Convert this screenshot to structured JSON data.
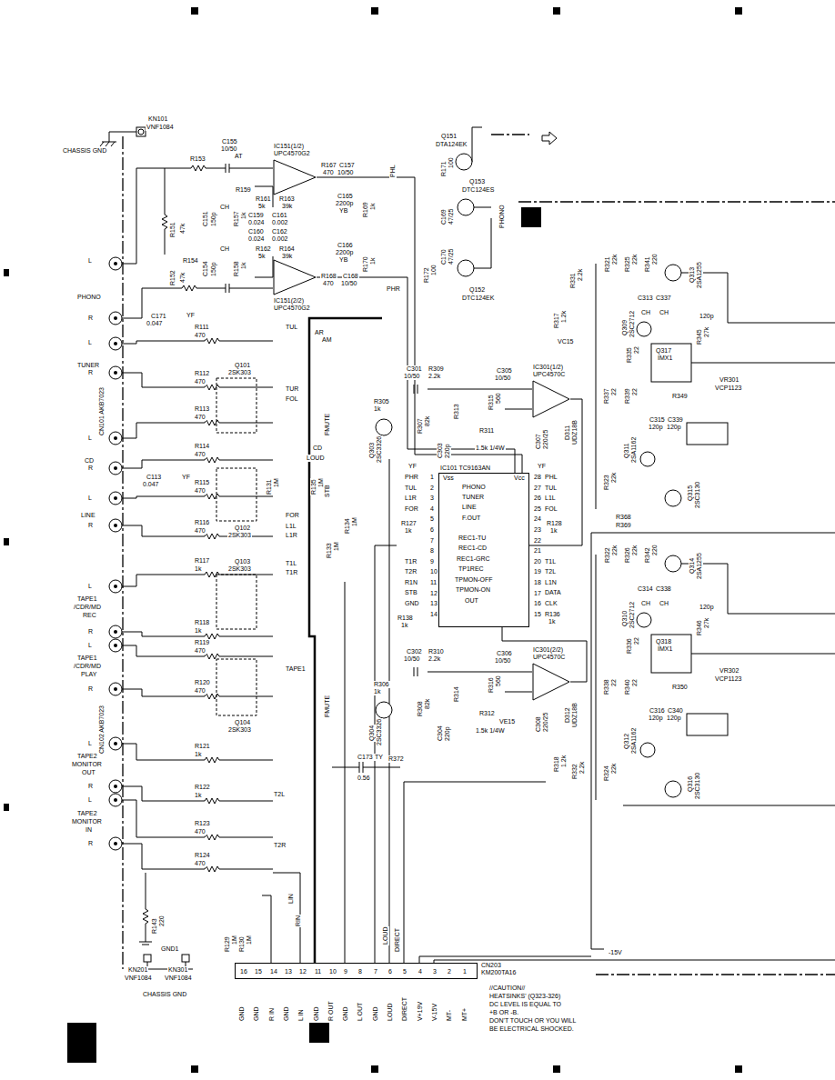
{
  "diagram": {
    "nodes": [
      {
        "text": [
          "IC151(1/2)",
          "UPC4570G2"
        ]
      },
      {
        "text": [
          "IC151(2/2)",
          "UPC4570G2"
        ]
      },
      {
        "text": [
          "IC101 TC9163AN"
        ]
      },
      {
        "text": [
          "IC301(1/2)",
          "UPC4570C"
        ]
      },
      {
        "text": [
          "IC301(2/2)",
          "UPC4570C"
        ]
      },
      {
        "text": [
          "CN203",
          "KM200TA16"
        ]
      }
    ],
    "edges": [
      {
        "from": 0,
        "to": 2,
        "arrow": "none"
      },
      {
        "from": 1,
        "to": 2,
        "arrow": "none"
      },
      {
        "from": 2,
        "to": 3,
        "arrow": "none"
      },
      {
        "from": 2,
        "to": 4,
        "arrow": "none"
      }
    ],
    "labels": [
      "KN101",
      "VNF1084",
      "CHASSIS GND",
      "R153",
      "C155",
      "10/50",
      "AT",
      "R151",
      "47k",
      "R152",
      "47k",
      "R154",
      "C151",
      "150p",
      "C154",
      "150p",
      "CH",
      "CH",
      "R157",
      "1k",
      "R158",
      "1k",
      "R159",
      "C159",
      "0.024",
      "C161",
      "0.002",
      "C160",
      "0.024",
      "C162",
      "0.002",
      "R161",
      "5k",
      "R163",
      "39k",
      "R162",
      "5k",
      "R164",
      "39k",
      "R167",
      "470",
      "C157",
      "10/50",
      "C165",
      "2200p",
      "YB",
      "R169",
      "1k",
      "C166",
      "2200p",
      "YB",
      "R170",
      "1k",
      "R168",
      "470",
      "C168",
      "10/50",
      "PHL",
      "PHR",
      "Q151",
      "DTA124EK",
      "R171",
      "100",
      "Q153",
      "DTC124ES",
      "C169",
      "47/25",
      "C170",
      "47/25",
      "R172",
      "100",
      "Q152",
      "DTC124EK",
      "PHONO",
      "L",
      "PHONO",
      "R",
      "C171",
      "0.047",
      "YF",
      "L",
      "TUNER",
      "R",
      "R111",
      "470",
      "R112",
      "470",
      "CN101 AKB7023",
      "L",
      "CD",
      "R",
      "R113",
      "470",
      "R114",
      "470",
      "C113",
      "0.047",
      "YF",
      "R115",
      "470",
      "L",
      "LINE",
      "R",
      "R116",
      "470",
      "Q101",
      "2SK303",
      "R131",
      "1M",
      "R135",
      "1M",
      "Q102",
      "2SK303",
      "TUL",
      "TUR",
      "FOL",
      "CD",
      "LOUD",
      "FOR",
      "L1L",
      "L1R",
      "AR",
      "AM",
      "L",
      "TAPE1",
      "/CDR/MD",
      "REC",
      "R",
      "R117",
      "1k",
      "R118",
      "1k",
      "Q103",
      "2SK303",
      "T1L",
      "T1R",
      "L",
      "TAPE1",
      "/CDR/MD",
      "PLAY",
      "R",
      "R119",
      "470",
      "R120",
      "470",
      "Q104",
      "2SK303",
      "TAPE1",
      "CN102 AKB7023",
      "L",
      "TAPE2",
      "MONITOR",
      "OUT",
      "R",
      "R121",
      "1k",
      "R122",
      "1k",
      "L",
      "TAPE2",
      "MONITOR",
      "IN",
      "R",
      "R123",
      "470",
      "R124",
      "470",
      "T2L",
      "T2R",
      "R143",
      "220",
      "GND1",
      "KN201",
      "VNF1084",
      "KN301",
      "VNF1084",
      "CHASSIS GND",
      "R129",
      "1M",
      "R130",
      "1M",
      "LIN",
      "RIN",
      "Vss",
      "Vcc",
      "PHR",
      "TUL",
      "L1R",
      "FOR",
      "T1R",
      "T2R",
      "R1N",
      "STB",
      "GND",
      "PHL",
      "TUL",
      "L1L",
      "FOL",
      "T1L",
      "T2L",
      "L1N",
      "DATA",
      "CLK",
      "PHONO",
      "TUNER",
      "LINE",
      "F.OUT",
      "REC1-TU",
      "REC1-CD",
      "REC1-GRC",
      "TP1REC",
      "TPMON-OFF",
      "TPMON-ON",
      "OUT",
      "R127",
      "1k",
      "R128",
      "1k",
      "R138",
      "1k",
      "R136",
      "1k",
      "YF",
      "YF",
      "R133",
      "1M",
      "R134",
      "1M",
      "1",
      "2",
      "3",
      "4",
      "5",
      "6",
      "7",
      "8",
      "9",
      "10",
      "11",
      "12",
      "13",
      "14",
      "28",
      "27",
      "26",
      "25",
      "24",
      "23",
      "22",
      "21",
      "20",
      "19",
      "18",
      "17",
      "16",
      "15",
      "C301",
      "10/50",
      "R309",
      "2.2k",
      "R305",
      "1k",
      "Q303",
      "2SC3326",
      "R307",
      "82k",
      "C303",
      "220p",
      "R313",
      "R315",
      "560",
      "R311",
      "1.5k 1/4W",
      "C305",
      "10/50",
      "C307",
      "220/25",
      "D311",
      "UDZ18B",
      "C302",
      "10/50",
      "R310",
      "2.2k",
      "R306",
      "1k",
      "Q304",
      "2SC3326",
      "R308",
      "82k",
      "C304",
      "220p",
      "R314",
      "R316",
      "560",
      "R312",
      "1.5k 1/4W",
      "C306",
      "10/50",
      "C308",
      "220/25",
      "D312",
      "UDZ18B",
      "R321",
      "22k",
      "R325",
      "22k",
      "R341",
      "220",
      "Q313",
      "2SA1255",
      "Q309",
      "2SC2712",
      "C313",
      "C337",
      "CH",
      "CH",
      "120p",
      "R335",
      "22",
      "Q317",
      "IMX1",
      "R345",
      "27k",
      "R337",
      "22",
      "R339",
      "22",
      "R349",
      "VR301",
      "VCP1123",
      "Q311",
      "2SA1162",
      "C315",
      "C339",
      "120p",
      "120p",
      "R323",
      "22k",
      "Q315",
      "2SC3130",
      "R322",
      "22k",
      "R326",
      "22k",
      "R342",
      "220",
      "Q314",
      "2SA1255",
      "Q310",
      "2SC2712",
      "C314",
      "C338",
      "CH",
      "CH",
      "120p",
      "R336",
      "22",
      "Q318",
      "IMX1",
      "R346",
      "27k",
      "R338",
      "22",
      "R340",
      "22",
      "R350",
      "VR302",
      "VCP1123",
      "Q312",
      "2SA1162",
      "C316",
      "C340",
      "120p",
      "120p",
      "R324",
      "22k",
      "Q316",
      "2SC3130",
      "R331",
      "2.2k",
      "R317",
      "1.2k",
      "VC15",
      "R318",
      "1.2k",
      "R332",
      "2.2k",
      "VE15",
      "C173",
      "0.56",
      "TY",
      "R372",
      "FMUTE",
      "STB",
      "FMUTE",
      "LOUD",
      "DIRECT",
      "-15V",
      "R368",
      "R369",
      "//CAUTION//",
      "HEATSINKS' (Q323-326)",
      "DC LEVEL IS EQUAL TO",
      "+B OR -B.",
      "DON'T TOUCH OR YOU WILL",
      "BE ELECTRICAL SHOCKED.",
      "16",
      "15",
      "14",
      "13",
      "12",
      "11",
      "10",
      "9",
      "8",
      "7",
      "6",
      "5",
      "4",
      "3",
      "2",
      "1",
      "GND",
      "GND",
      "R IN",
      "GND",
      "L IN",
      "GND",
      "R OUT",
      "GND",
      "L OUT",
      "GND",
      "LOUD",
      "DIRECT",
      "V+19V",
      "V-15V",
      "MT-",
      "MT+"
    ]
  }
}
